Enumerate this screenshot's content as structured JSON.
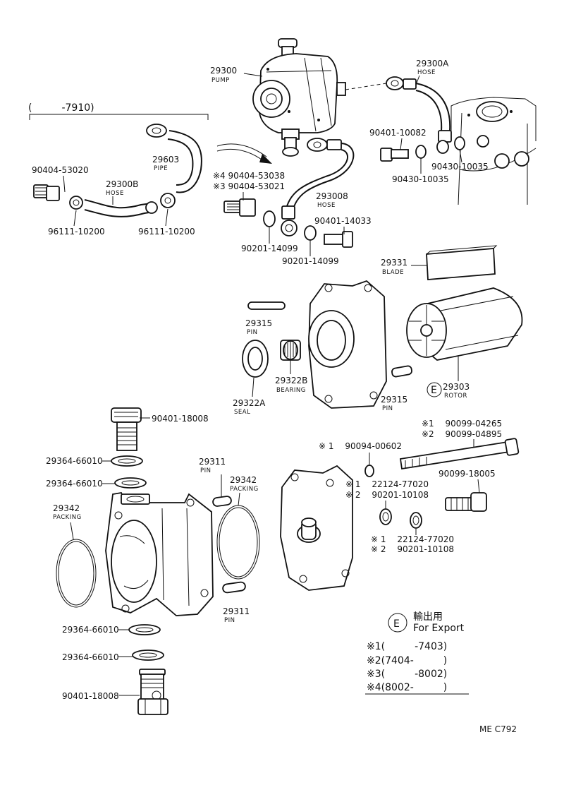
{
  "title": "",
  "parts": {
    "pump": {
      "num": "29300",
      "name": "PUMP"
    },
    "hose_a": {
      "num": "29300A",
      "name": "HOSE"
    },
    "hose_b": {
      "num": "29300B",
      "name": "HOSE"
    },
    "hose_8": {
      "num": "293008",
      "name": "HOSE"
    },
    "pipe": {
      "num": "29603",
      "name": "PIPE"
    },
    "blade": {
      "num": "29331",
      "name": "BLADE"
    },
    "rotor": {
      "num": "29303",
      "name": "ROTOR"
    },
    "pin_upper": {
      "num": "29315",
      "name": "PIN"
    },
    "pin_lower": {
      "num": "29315",
      "name": "PIN"
    },
    "bearing": {
      "num": "29322B",
      "name": "BEARING"
    },
    "seal": {
      "num": "29322A",
      "name": "SEAL"
    },
    "pin_a": {
      "num": "29311",
      "name": "PIN"
    },
    "pin_b": {
      "num": "29311",
      "name": "PIN"
    },
    "packing_l": {
      "num": "29342",
      "name": "PACKING"
    },
    "packing_r": {
      "num": "29342",
      "name": "PACKING"
    }
  },
  "bracket_label": "(　　　-7910)",
  "numbers": {
    "n90404_53020": "90404-53020",
    "n96111_a": "96111-10200",
    "n96111_b": "96111-10200",
    "n90404_53038": "※4 90404-53038",
    "n90404_53021": "※3 90404-53021",
    "n90201_14099_a": "90201-14099",
    "n90201_14099_b": "90201-14099",
    "n90401_14033": "90401-14033",
    "n90401_10082": "90401-10082",
    "n90430_10035_a": "90430-10035",
    "n90430_10035_b": "90430-10035",
    "n90401_18008_top": "90401-18008",
    "n29364_1": "29364-66010",
    "n29364_2": "29364-66010",
    "n29364_3": "29364-66010",
    "n29364_4": "29364-66010",
    "n90401_18008_bot": "90401-18008",
    "n_bolt_1": "※1　 90099-04265",
    "n_bolt_2": "※2　 90099-04895",
    "n_90094": "※ 1　 90094-00602",
    "n_22124_a": "※ 1　 22124-77020",
    "n_90201_10108_a": "※ 2　 90201-10108",
    "n_22124_b": "※ 1　 22124-77020",
    "n_90201_10108_b": "※ 2　 90201-10108",
    "n_90099_18005": "90099-18005"
  },
  "legend": {
    "symbol": "E",
    "jp": "輸出用",
    "en": "For Export",
    "notes": [
      "※1(　　　-7403)",
      "※2(7404-　　　)",
      "※3(　　　-8002)",
      "※4(8002-　　　)"
    ]
  },
  "rotor_symbol": "E",
  "footer_code": "ME  C792",
  "colors": {
    "ink": "#111111",
    "paper": "#ffffff"
  }
}
